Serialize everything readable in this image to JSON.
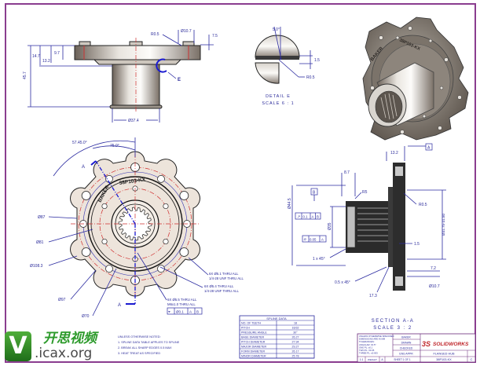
{
  "drawing": {
    "part_marking": {
      "brand": "BAKER",
      "part_no": "38P103-KX"
    },
    "top_view": {
      "dims": [
        "45.7",
        "14.7",
        "13.2",
        "9.7",
        "Ø10.7",
        "7.5",
        "R0.5",
        "Ø37.4"
      ],
      "detail_callout": "E"
    },
    "detail_view": {
      "title": "DETAIL E",
      "scale": "SCALE 6 : 1",
      "dims": [
        "5.0°",
        "1.5",
        "R0.5"
      ]
    },
    "front_view": {
      "angles": [
        "57.45.0°",
        "75.0°"
      ],
      "section_label": "A",
      "dims": [
        "Ø87",
        "Ø81",
        "Ø108.3",
        "Ø97",
        "Ø70"
      ],
      "hole_notes": [
        "6X Ø5.1 THRU ALL",
        "1/4-28 UNF THRU ALL",
        "6X Ø5.4 THRU ALL",
        "1/4-28 UNF THRU ALL",
        "6X Ø5.5 THRU ALL",
        "M6x1.0 THRU ALL"
      ],
      "fcf": [
        "⌖",
        "Ø0.1",
        "A",
        "B"
      ]
    },
    "section_view": {
      "title": "SECTION A-A",
      "scale": "SCALE 3 : 2",
      "datum_top": "A",
      "datum_left": "B",
      "dims": [
        "13.2",
        "8.7",
        "R5",
        "R0.5",
        "Ø31.75-31.80",
        "1.5",
        "Ø35",
        "Ø44.5",
        "7.2",
        "17.3",
        "0.5 x 45°",
        "1 x 45°",
        "Ø10.7"
      ],
      "fcf1": [
        "↗",
        "0.1",
        "A",
        "B"
      ],
      "fcf2": [
        "⌭",
        "0.05",
        "A"
      ]
    },
    "notes": {
      "lines": [
        "UNLESS OTHERWISE NOTED:",
        "1. SPLINE DATA TABLE APPLIES TO SPLINE",
        "2. BREAK ALL SHARP EDGES 0.5 MAX",
        "3. HEAT TREAT AS SPECIFIED"
      ]
    },
    "spline_table": {
      "title": "SPLINE DATA",
      "rows": [
        [
          "NO. OF TEETH",
          "18"
        ],
        [
          "PITCH",
          "16/32"
        ],
        [
          "PRESSURE ANGLE",
          "30°"
        ],
        [
          "BASE DIAMETER",
          "26.27"
        ],
        [
          "PITCH DIAMETER",
          "27.94"
        ],
        [
          "MAJOR DIAMETER",
          "29.27"
        ],
        [
          "FORM DIAMETER",
          "26.17"
        ],
        [
          "MINOR DIAMETER",
          "25.78"
        ]
      ]
    },
    "title_block": {
      "left_notes": [
        "UNLESS OTHERWISE SPECIFIED:",
        "DIMENSIONS ARE IN MM",
        "TOLERANCES:",
        "ANGULAR: ±0.5°",
        "ONE PL: ±0.1",
        "TWO PL: ±0.05",
        "THREE PL: ±0.005"
      ],
      "cells": [
        "BAKER",
        "DRAWN",
        "CHECKED",
        "ENG APPR"
      ],
      "logo": "SOLIDWORKS",
      "title": "FLANGED HUB",
      "dwg_no": "38P103-KX",
      "size": "A",
      "rev": "C",
      "scale": "1:1",
      "weight": "WEIGHT",
      "sheet": "SHEET 1 OF 1"
    }
  },
  "watermark": {
    "logo_letter": "V",
    "cn_text": "开思视频",
    "site": ".icax.org"
  }
}
